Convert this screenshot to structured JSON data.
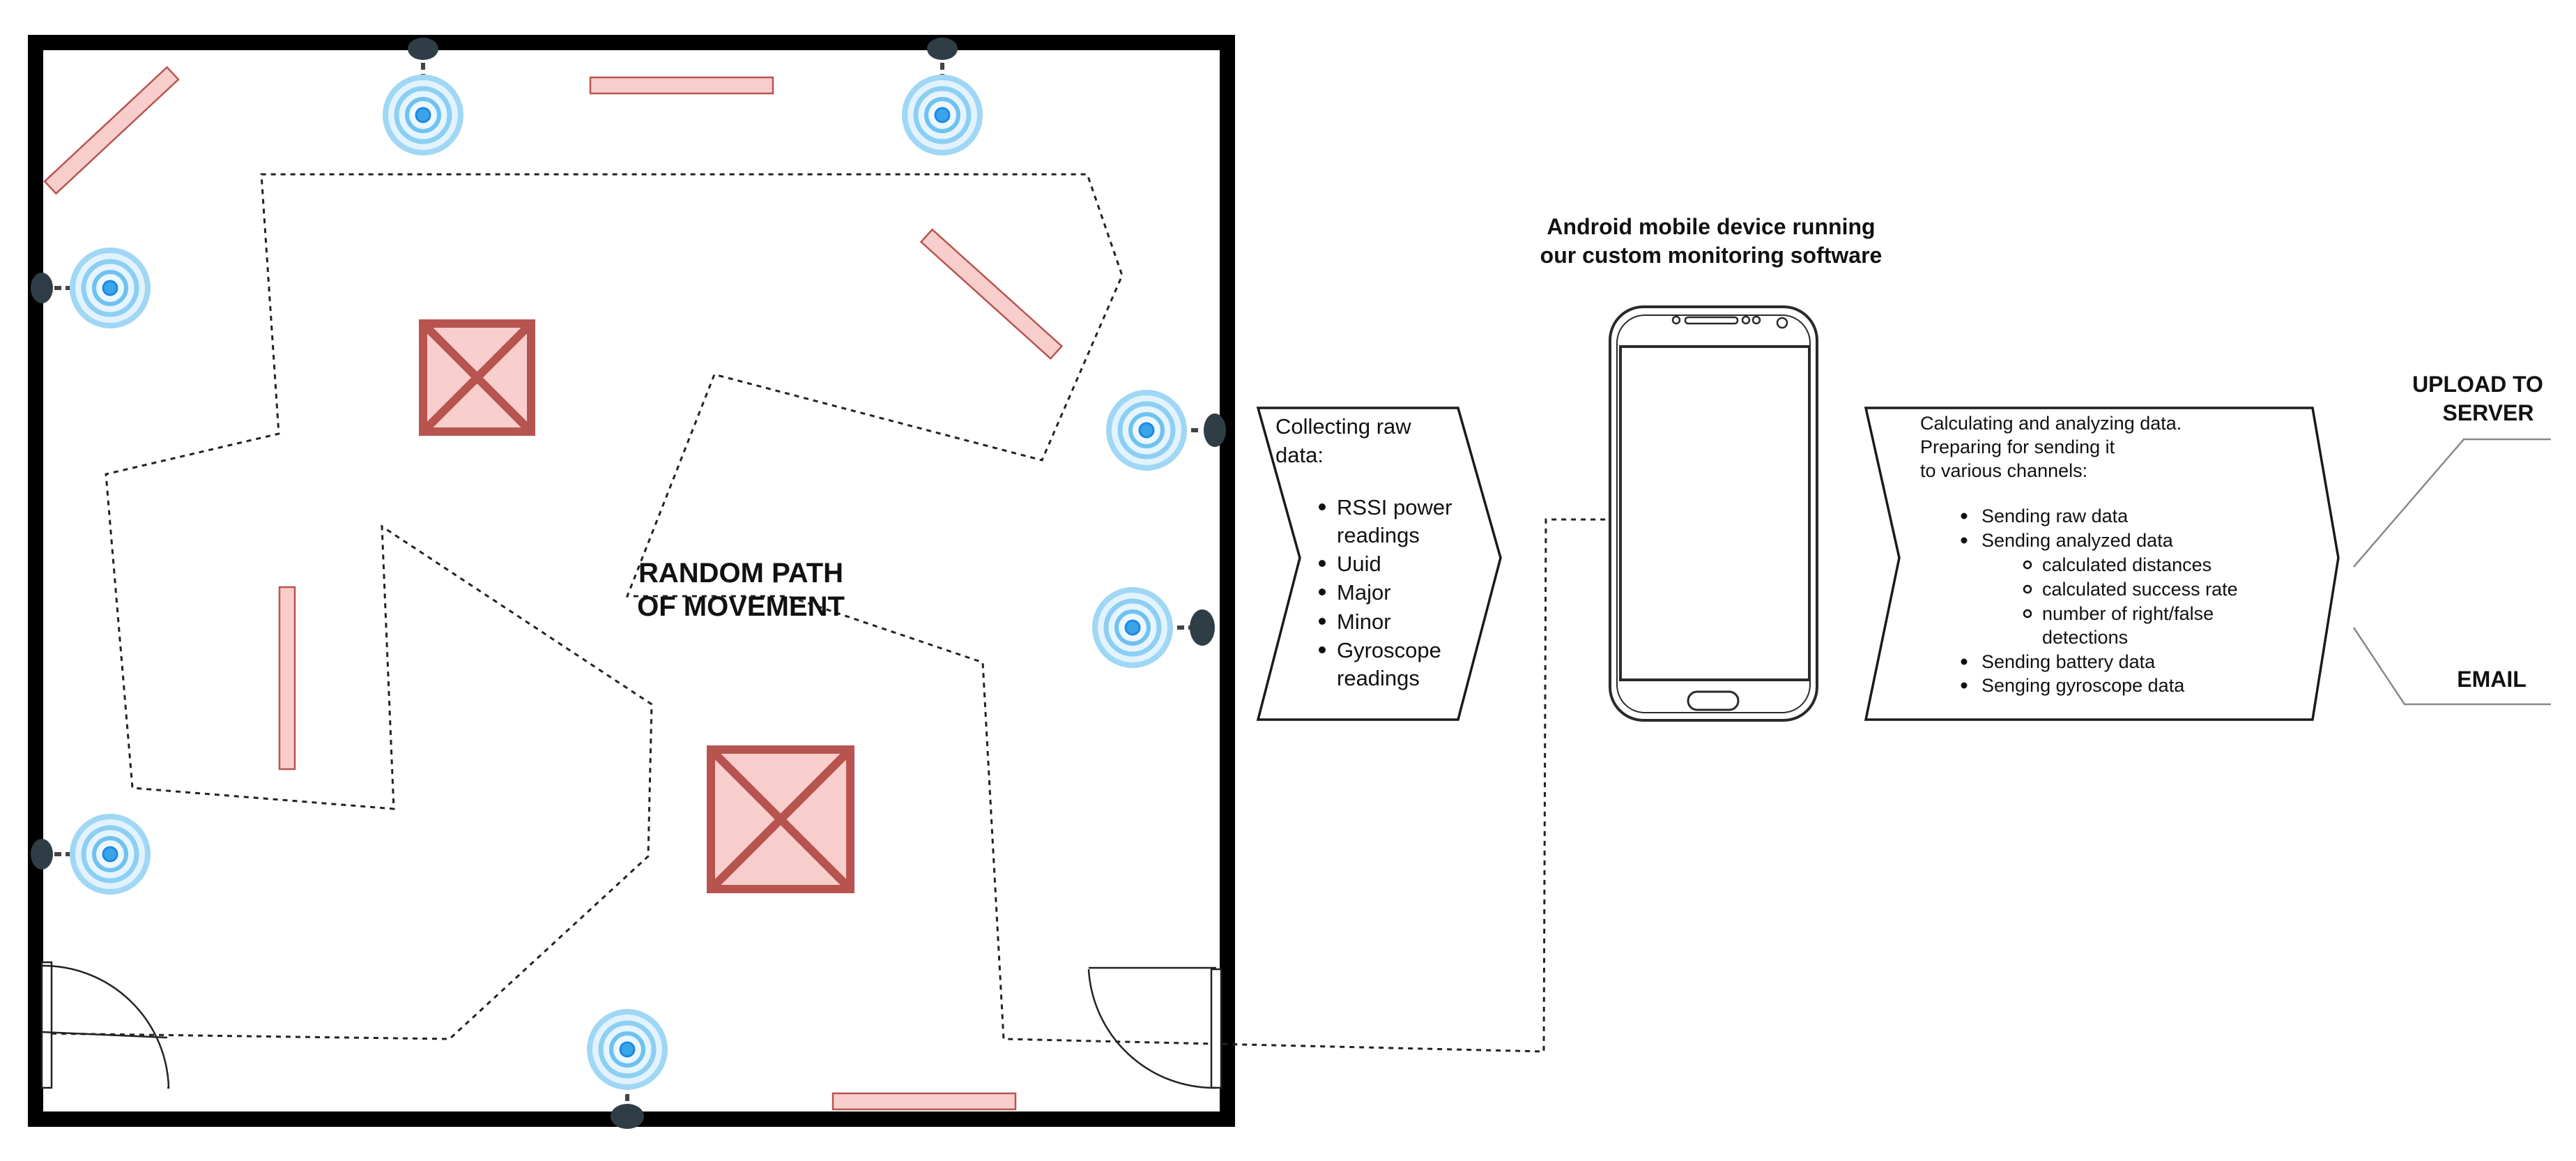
{
  "diagram": {
    "room_label_line1": "RANDOM PATH",
    "room_label_line2": "OF MOVEMENT",
    "device_title_line1": "Android mobile device running",
    "device_title_line2": "our custom monitoring software",
    "collect_box": {
      "heading_line1": "Collecting raw",
      "heading_line2": "data:",
      "items": [
        [
          "RSSI power",
          "readings"
        ],
        [
          "Uuid"
        ],
        [
          "Major"
        ],
        [
          "Minor"
        ],
        [
          "Gyroscope",
          "readings"
        ]
      ]
    },
    "analyze_box": {
      "heading_lines": [
        "Calculating and analyzing data.",
        "Preparing for sending it",
        "to various channels:"
      ],
      "items": [
        {
          "text": "Sending raw data",
          "level": 1
        },
        {
          "text": "Sending analyzed data",
          "level": 1
        },
        {
          "text": "calculated distances",
          "level": 2
        },
        {
          "text": "calculated success rate",
          "level": 2
        },
        {
          "text": "number of right/false",
          "level": 2
        },
        {
          "text": "detections",
          "level": 2,
          "continuation": true
        },
        {
          "text": "Sending battery data",
          "level": 1
        },
        {
          "text": "Senging gyroscope data",
          "level": 1
        }
      ]
    },
    "output_upload_line1": "UPLOAD TO",
    "output_upload_line2": "SERVER",
    "output_email": "EMAIL",
    "colors": {
      "obstacle_fill": "#f8cecc",
      "obstacle_stroke": "#b85450",
      "beacon_ring": "#7ec8f0",
      "beacon_core": "#1e88e5",
      "wall": "#000000"
    },
    "icons": [
      "ble-beacon-icon",
      "android-phone-icon",
      "door-icon",
      "obstacle-box-icon"
    ]
  }
}
